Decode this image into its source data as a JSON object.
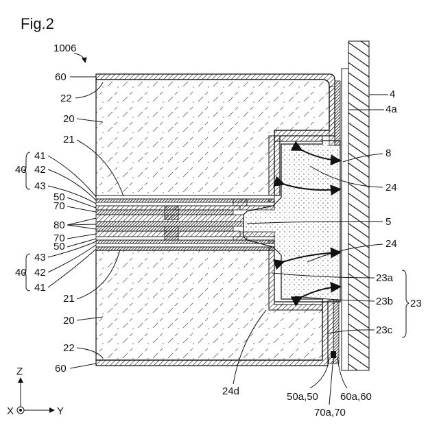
{
  "figure": {
    "title": "Fig.2",
    "ref": "1006"
  },
  "labels": {
    "l60_top": "60",
    "l22_top": "22",
    "l20_top": "20",
    "l21_top": "21",
    "l40_top": "40",
    "l41_top": "41",
    "l42_top": "42",
    "l43_top": "43",
    "l50_top": "50",
    "l70_top": "70",
    "l80": "80",
    "l70_bot": "70",
    "l50_bot": "50",
    "l43_bot": "43",
    "l40_bot": "40",
    "l42_bot": "42",
    "l41_bot": "41",
    "l21_bot": "21",
    "l20_bot": "20",
    "l22_bot": "22",
    "l60_bot": "60",
    "r4": "4",
    "r4a": "4a",
    "r8": "8",
    "r24_top": "24",
    "r5": "5",
    "r24_bot": "24",
    "r23a": "23a",
    "r23b": "23b",
    "r23": "23",
    "r23c": "23c",
    "b24d": "24d",
    "b50a": "50a,50",
    "b60a": "60a,60",
    "b70a": "70a,70"
  },
  "axes": {
    "z": "Z",
    "x": "X",
    "y": "Y"
  },
  "colors": {
    "ink": "#111111",
    "paper": "#ffffff"
  }
}
